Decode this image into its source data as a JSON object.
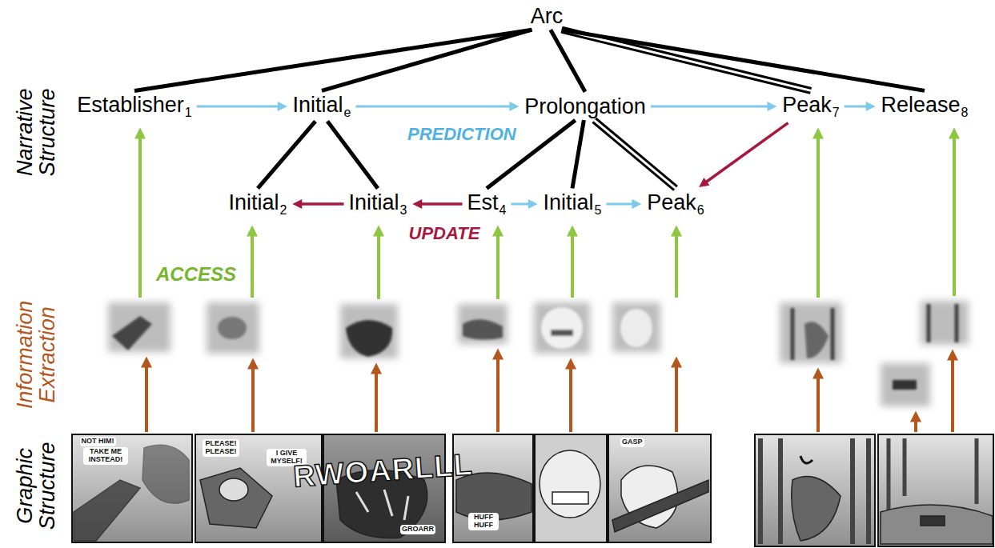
{
  "diagram": {
    "nodes": [
      {
        "text": [
          "Arc"
        ]
      },
      {
        "text": [
          "Establisher",
          "1"
        ]
      },
      {
        "text": [
          "Initial",
          "e"
        ]
      },
      {
        "text": [
          "Prolongation"
        ]
      },
      {
        "text": [
          "Peak",
          "7"
        ]
      },
      {
        "text": [
          "Release",
          "8"
        ]
      },
      {
        "text": [
          "Initial",
          "2"
        ]
      },
      {
        "text": [
          "Initial",
          "3"
        ]
      },
      {
        "text": [
          "Est",
          "4"
        ]
      },
      {
        "text": [
          "Initial",
          "5"
        ]
      },
      {
        "text": [
          "Peak",
          "6"
        ]
      }
    ],
    "edges": [
      {
        "from": 0,
        "to": 1,
        "arrow": "none"
      },
      {
        "from": 0,
        "to": 2,
        "arrow": "none"
      },
      {
        "from": 0,
        "to": 3,
        "arrow": "none"
      },
      {
        "from": 0,
        "to": 4,
        "arrow": "none"
      },
      {
        "from": 0,
        "to": 5,
        "arrow": "none"
      },
      {
        "from": 2,
        "to": 6,
        "arrow": "none"
      },
      {
        "from": 2,
        "to": 7,
        "arrow": "none"
      },
      {
        "from": 3,
        "to": 8,
        "arrow": "none"
      },
      {
        "from": 3,
        "to": 9,
        "arrow": "none"
      },
      {
        "from": 3,
        "to": 10,
        "arrow": "none"
      },
      {
        "from": 1,
        "to": 2,
        "arrow": "to"
      },
      {
        "from": 2,
        "to": 3,
        "arrow": "to"
      },
      {
        "from": 3,
        "to": 4,
        "arrow": "to"
      },
      {
        "from": 4,
        "to": 5,
        "arrow": "to"
      },
      {
        "from": 8,
        "to": 9,
        "arrow": "to"
      },
      {
        "from": 9,
        "to": 10,
        "arrow": "to"
      },
      {
        "from": 7,
        "to": 6,
        "arrow": "to"
      },
      {
        "from": 8,
        "to": 7,
        "arrow": "to"
      },
      {
        "from": 4,
        "to": 10,
        "arrow": "to"
      }
    ],
    "labels": [
      "PREDICTION",
      "UPDATE",
      "ACCESS",
      "Narrative Structure",
      "Information Extraction",
      "Graphic Structure",
      "NOT HIM!",
      "TAKE ME INSTEAD!",
      "PLEASE! PLEASE!",
      "I GIVE MYSELF!",
      "RWOARLLL",
      "GROARR",
      "HUFF HUFF",
      "GASP"
    ]
  }
}
